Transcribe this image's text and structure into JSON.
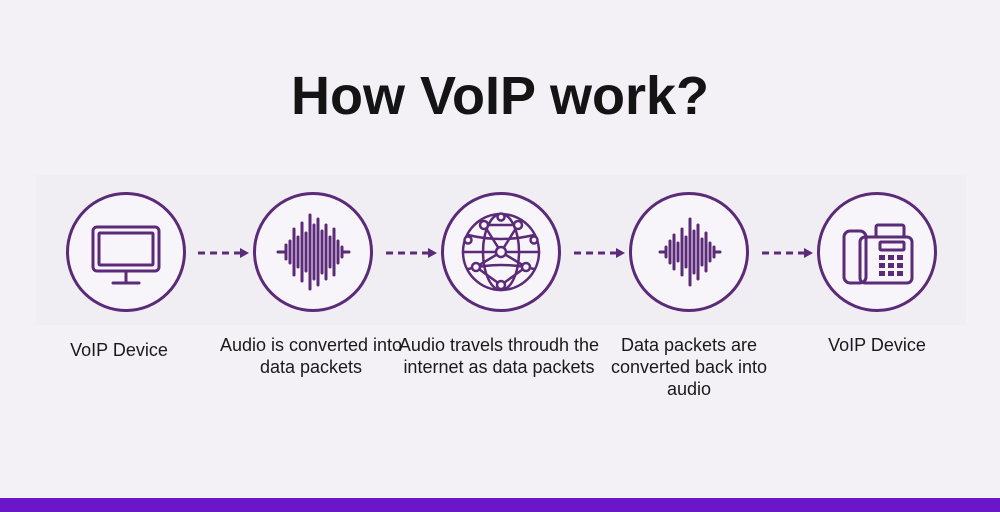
{
  "title": "How VoIP work?",
  "steps": [
    {
      "label": "VoIP Device",
      "icon": "monitor-icon"
    },
    {
      "label": "Audio is converted into data packets",
      "icon": "sound-wave-icon"
    },
    {
      "label": "Audio travels throudh the internet as data packets",
      "icon": "globe-network-icon"
    },
    {
      "label": "Data packets are converted back into audio",
      "icon": "sound-wave-icon"
    },
    {
      "label": "VoIP Device",
      "icon": "desk-phone-icon"
    }
  ],
  "colors": {
    "icon_stroke": "#5b2a78",
    "background": "#f3f0f6",
    "accent_bar": "#6a16c9",
    "text": "#141414"
  }
}
